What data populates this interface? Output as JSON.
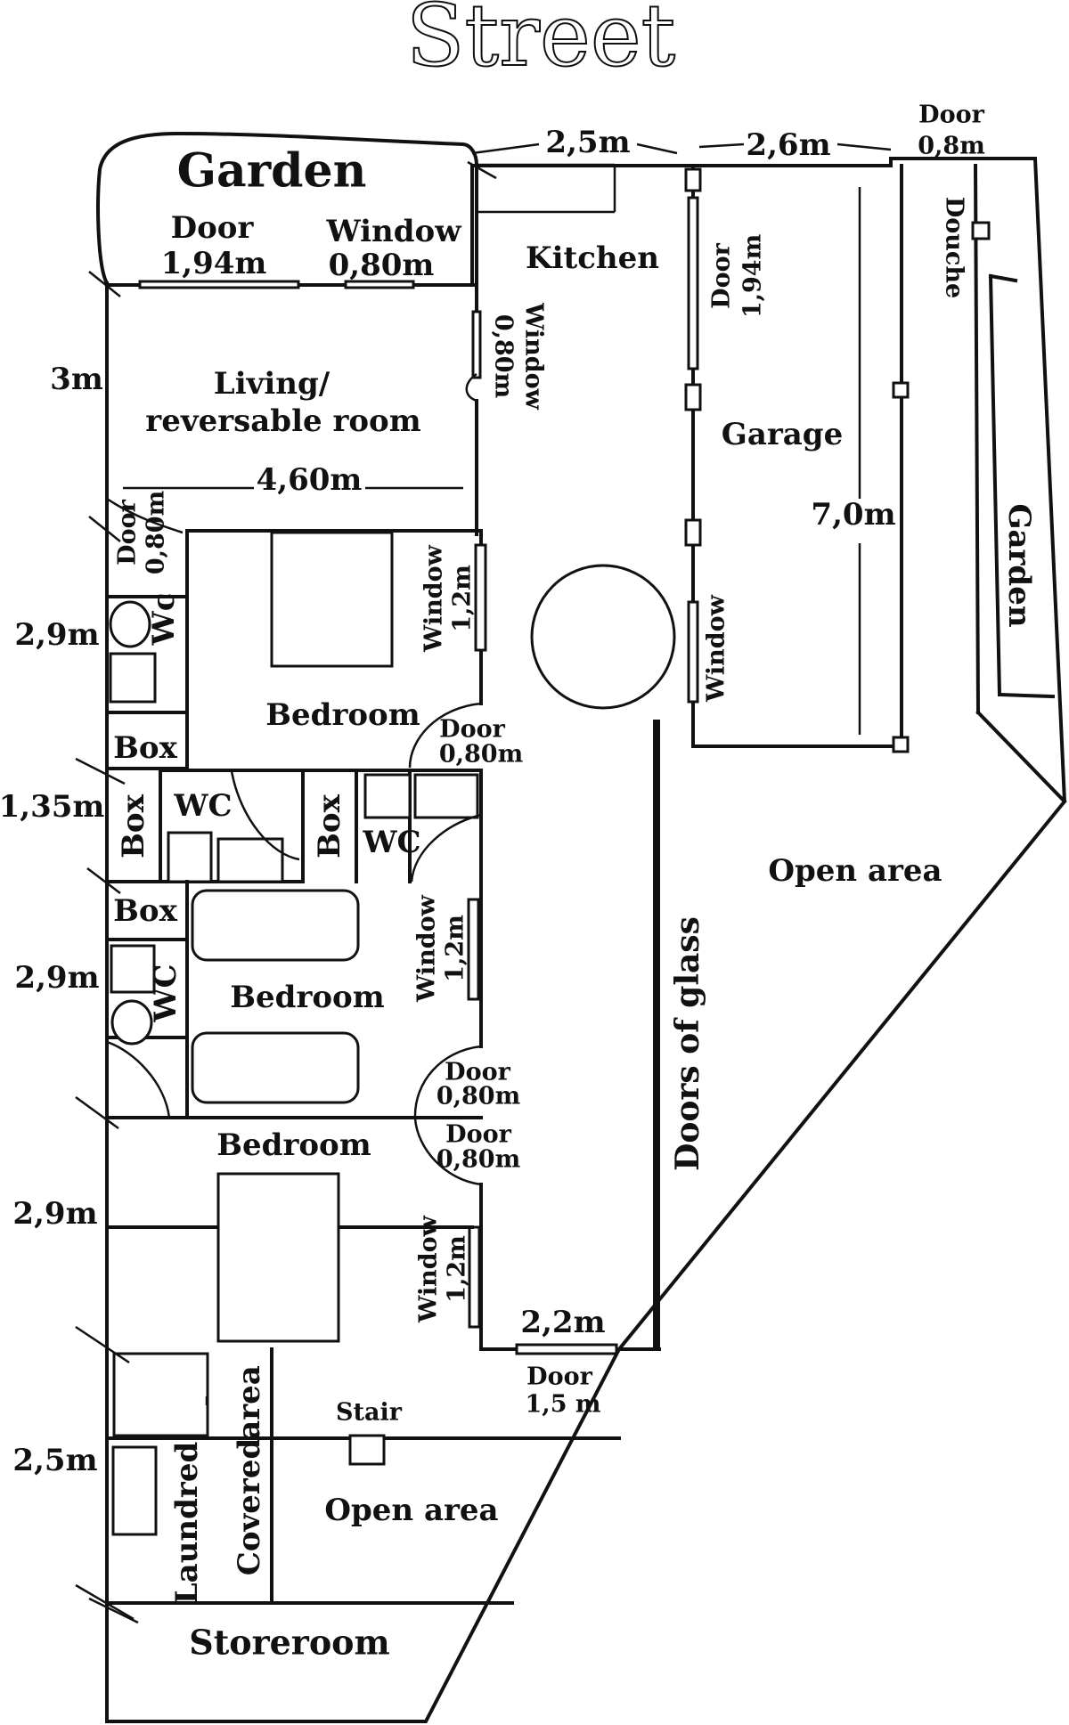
{
  "title": "Street",
  "rooms": {
    "garden_top": "Garden",
    "kitchen": "Kitchen",
    "living_1": "Living/",
    "living_2": "reversable room",
    "garage": "Garage",
    "garden_right": "Garden",
    "douche": "Douche",
    "bedroom_1": "Bedroom",
    "bedroom_2": "Bedroom",
    "bedroom_3": "Bedroom",
    "open_area_right": "Open area",
    "open_area_bottom": "Open area",
    "doors_of_glass": "Doors of glass",
    "wc_1": "Wc",
    "wc_2": "WC",
    "wc_3": "WC",
    "wc_4": "WC",
    "box_1": "Box",
    "box_2": "Box",
    "box_3": "Box",
    "box_4": "Box",
    "laundred": "Laundred",
    "covered_1": "Covered",
    "covered_2": "area",
    "stair": "Stair",
    "storeroom": "Storeroom"
  },
  "labels": {
    "door_garden": "Door",
    "door_garden_size": "1,94m",
    "window_garden": "Window",
    "window_garden_size": "0,80m",
    "window_kitchen": "Window",
    "window_kitchen_size": "0,80m",
    "door_garage": "Door",
    "door_garage_size": "1,94m",
    "door_top_right": "Door",
    "door_top_right_size": "0,8m",
    "door_living": "Door",
    "door_living_size": "0,80m",
    "window_bed1": "Window",
    "window_bed1_size": "1,2m",
    "door_bed1": "Door",
    "door_bed1_size": "0,80m",
    "window_garage_side": "Window",
    "window_bed2": "Window",
    "window_bed2_size": "1,2m",
    "door_bed2": "Door",
    "door_bed2_size": "0,80m",
    "door_bed3": "Door",
    "door_bed3_size": "0,80m",
    "window_bed3": "Window",
    "window_bed3_size": "1,2m",
    "door_open": "Door",
    "door_open_size": "1,5 m"
  },
  "dimensions": {
    "top_kitchen": "2,5m",
    "top_garage": "2,6m",
    "living_width": "4,60m",
    "garage_length": "7,0m",
    "corridor": "2,2m",
    "left_1": "3m",
    "left_2": "2,9m",
    "left_3": "1,35m",
    "left_4": "2,9m",
    "left_5": "2,9m",
    "left_6": "2,5m"
  }
}
